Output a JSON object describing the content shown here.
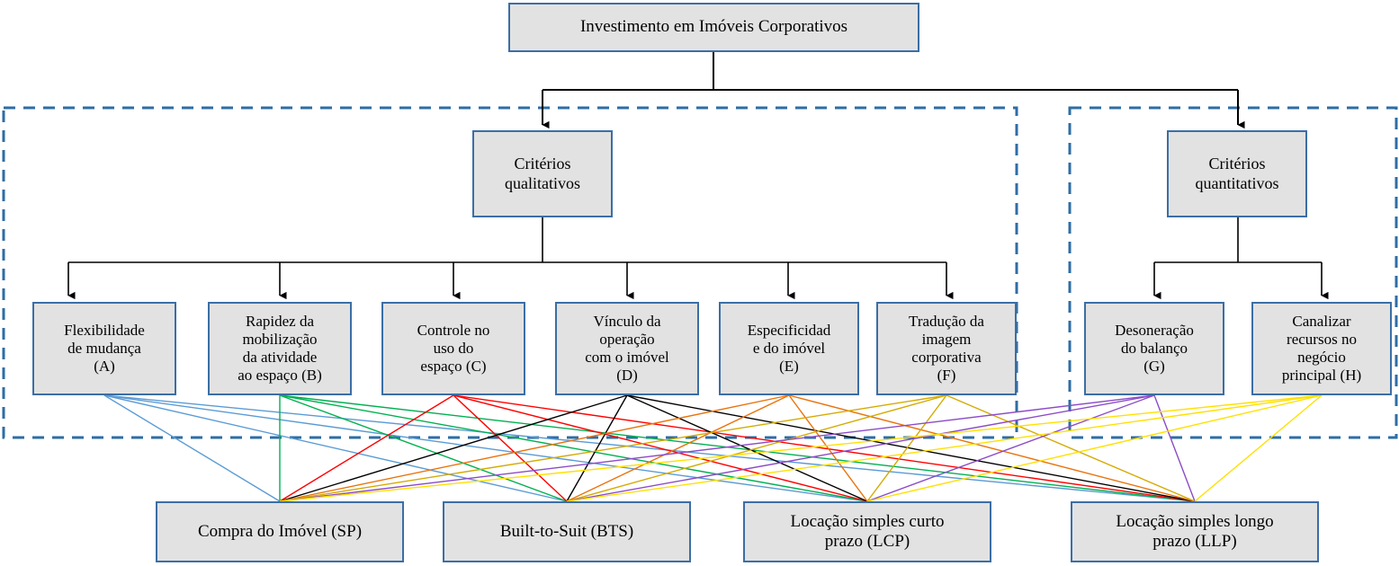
{
  "diagram": {
    "title_node": {
      "label": "Investimento em Imóveis Corporativos"
    },
    "groups": [
      {
        "name": "qualitative-group",
        "label": ""
      },
      {
        "name": "quantitative-group",
        "label": ""
      }
    ],
    "criteria_nodes": [
      {
        "id": "qual",
        "label": "Critérios\nqualitativos"
      },
      {
        "id": "quant",
        "label": "Critérios\nquantitativos"
      }
    ],
    "qualitative_criteria": [
      {
        "code": "A",
        "label": "Flexibilidade\nde mudança\n(A)",
        "color": "#5b9bd5"
      },
      {
        "code": "B",
        "label": "Rapidez da\nmobilização\nda atividade\nao espaço (B)",
        "color": "#00b050"
      },
      {
        "code": "C",
        "label": "Controle no\nuso do\nespaço (C)",
        "color": "#ff0000"
      },
      {
        "code": "D",
        "label": "Vínculo da\noperação\ncom o imóvel\n(D)",
        "color": "#000000"
      },
      {
        "code": "E",
        "label": "Especificidad\ne do imóvel\n(E)",
        "color": "#e8730c"
      },
      {
        "code": "F",
        "label": "Tradução da\nimagem\ncorporativa\n(F)",
        "color": "#d4aa00"
      }
    ],
    "quantitative_criteria": [
      {
        "code": "G",
        "label": "Desoneração\ndo balanço\n(G)",
        "color": "#8c4bc8"
      },
      {
        "code": "H",
        "label": "Canalizar\nrecursos no\nnegócio\nprincipal (H)",
        "color": "#ffe000"
      }
    ],
    "alternatives": [
      {
        "code": "SP",
        "label": "Compra do Imóvel (SP)"
      },
      {
        "code": "BTS",
        "label": "Built-to-Suit (BTS)"
      },
      {
        "code": "LCP",
        "label": "Locação simples curto\nprazo (LCP)"
      },
      {
        "code": "LLP",
        "label": "Locação simples longo\nprazo (LLP)"
      }
    ],
    "style": {
      "node_fill": "#e2e2e2",
      "node_border": "#3b6ea5",
      "group_border": "#2e6da4",
      "connector": "#000000"
    }
  }
}
